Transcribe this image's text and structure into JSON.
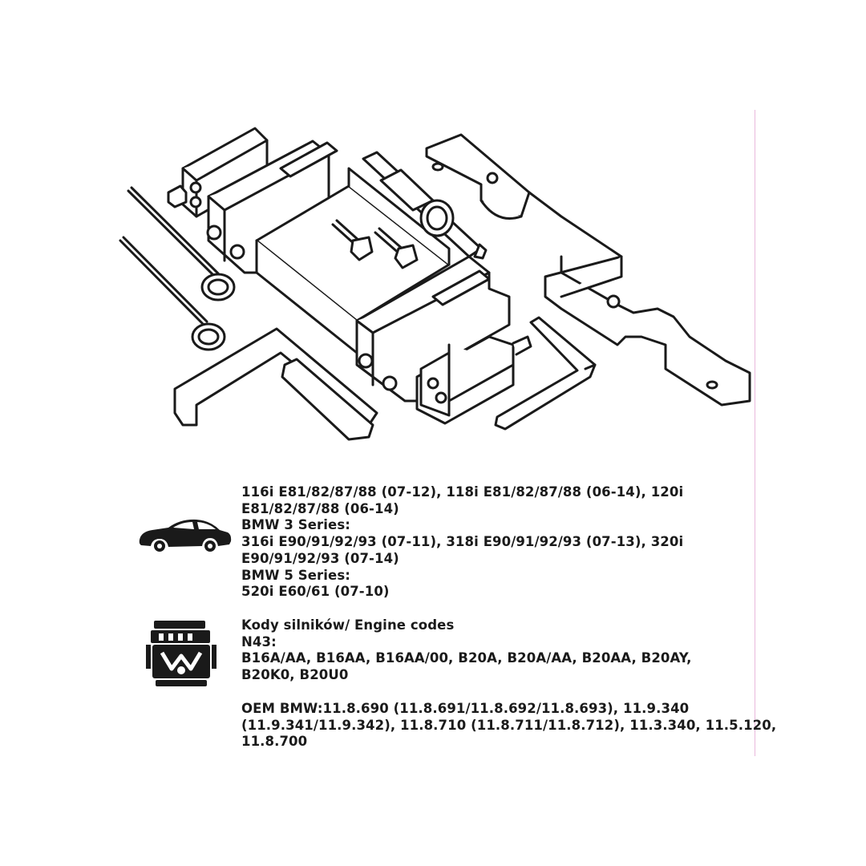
{
  "applications": {
    "lines": [
      "116i E81/82/87/88 (07-12), 118i E81/82/87/88 (06-14), 120i",
      "E81/82/87/88 (06-14)",
      "BMW 3 Series:",
      "316i E90/91/92/93 (07-11), 318i E90/91/92/93 (07-13), 320i",
      "E90/91/92/93 (07-14)",
      "BMW 5 Series:",
      "520i E60/61 (07-10)"
    ]
  },
  "engines": {
    "lines": [
      "Kody silników/ Engine codes",
      "N43:",
      "B16A/AA, B16AA, B16AA/00, B20A, B20A/AA, B20AA, B20AY,",
      "B20K0, B20U0"
    ]
  },
  "oem": {
    "lines": [
      "OEM BMW:11.8.690 (11.8.691/11.8.692/11.8.693), 11.9.340",
      "(11.9.341/11.9.342), 11.8.710 (11.8.711/11.8.712), 11.3.340, 11.5.120,",
      "11.8.700"
    ]
  },
  "icons": {
    "car": "car-icon",
    "engine": "engine-icon"
  },
  "colors": {
    "text": "#1a1a1a",
    "divider": "#e9b8dc",
    "background": "#ffffff"
  }
}
